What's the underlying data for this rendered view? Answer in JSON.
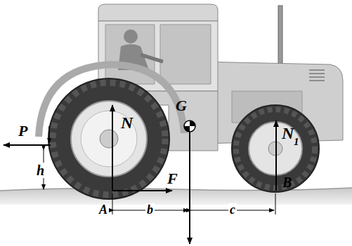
{
  "diagram": {
    "labels": [
      "P",
      "h",
      "N",
      "F",
      "A",
      "b",
      "G",
      "N",
      "1",
      "B",
      "c"
    ]
  }
}
